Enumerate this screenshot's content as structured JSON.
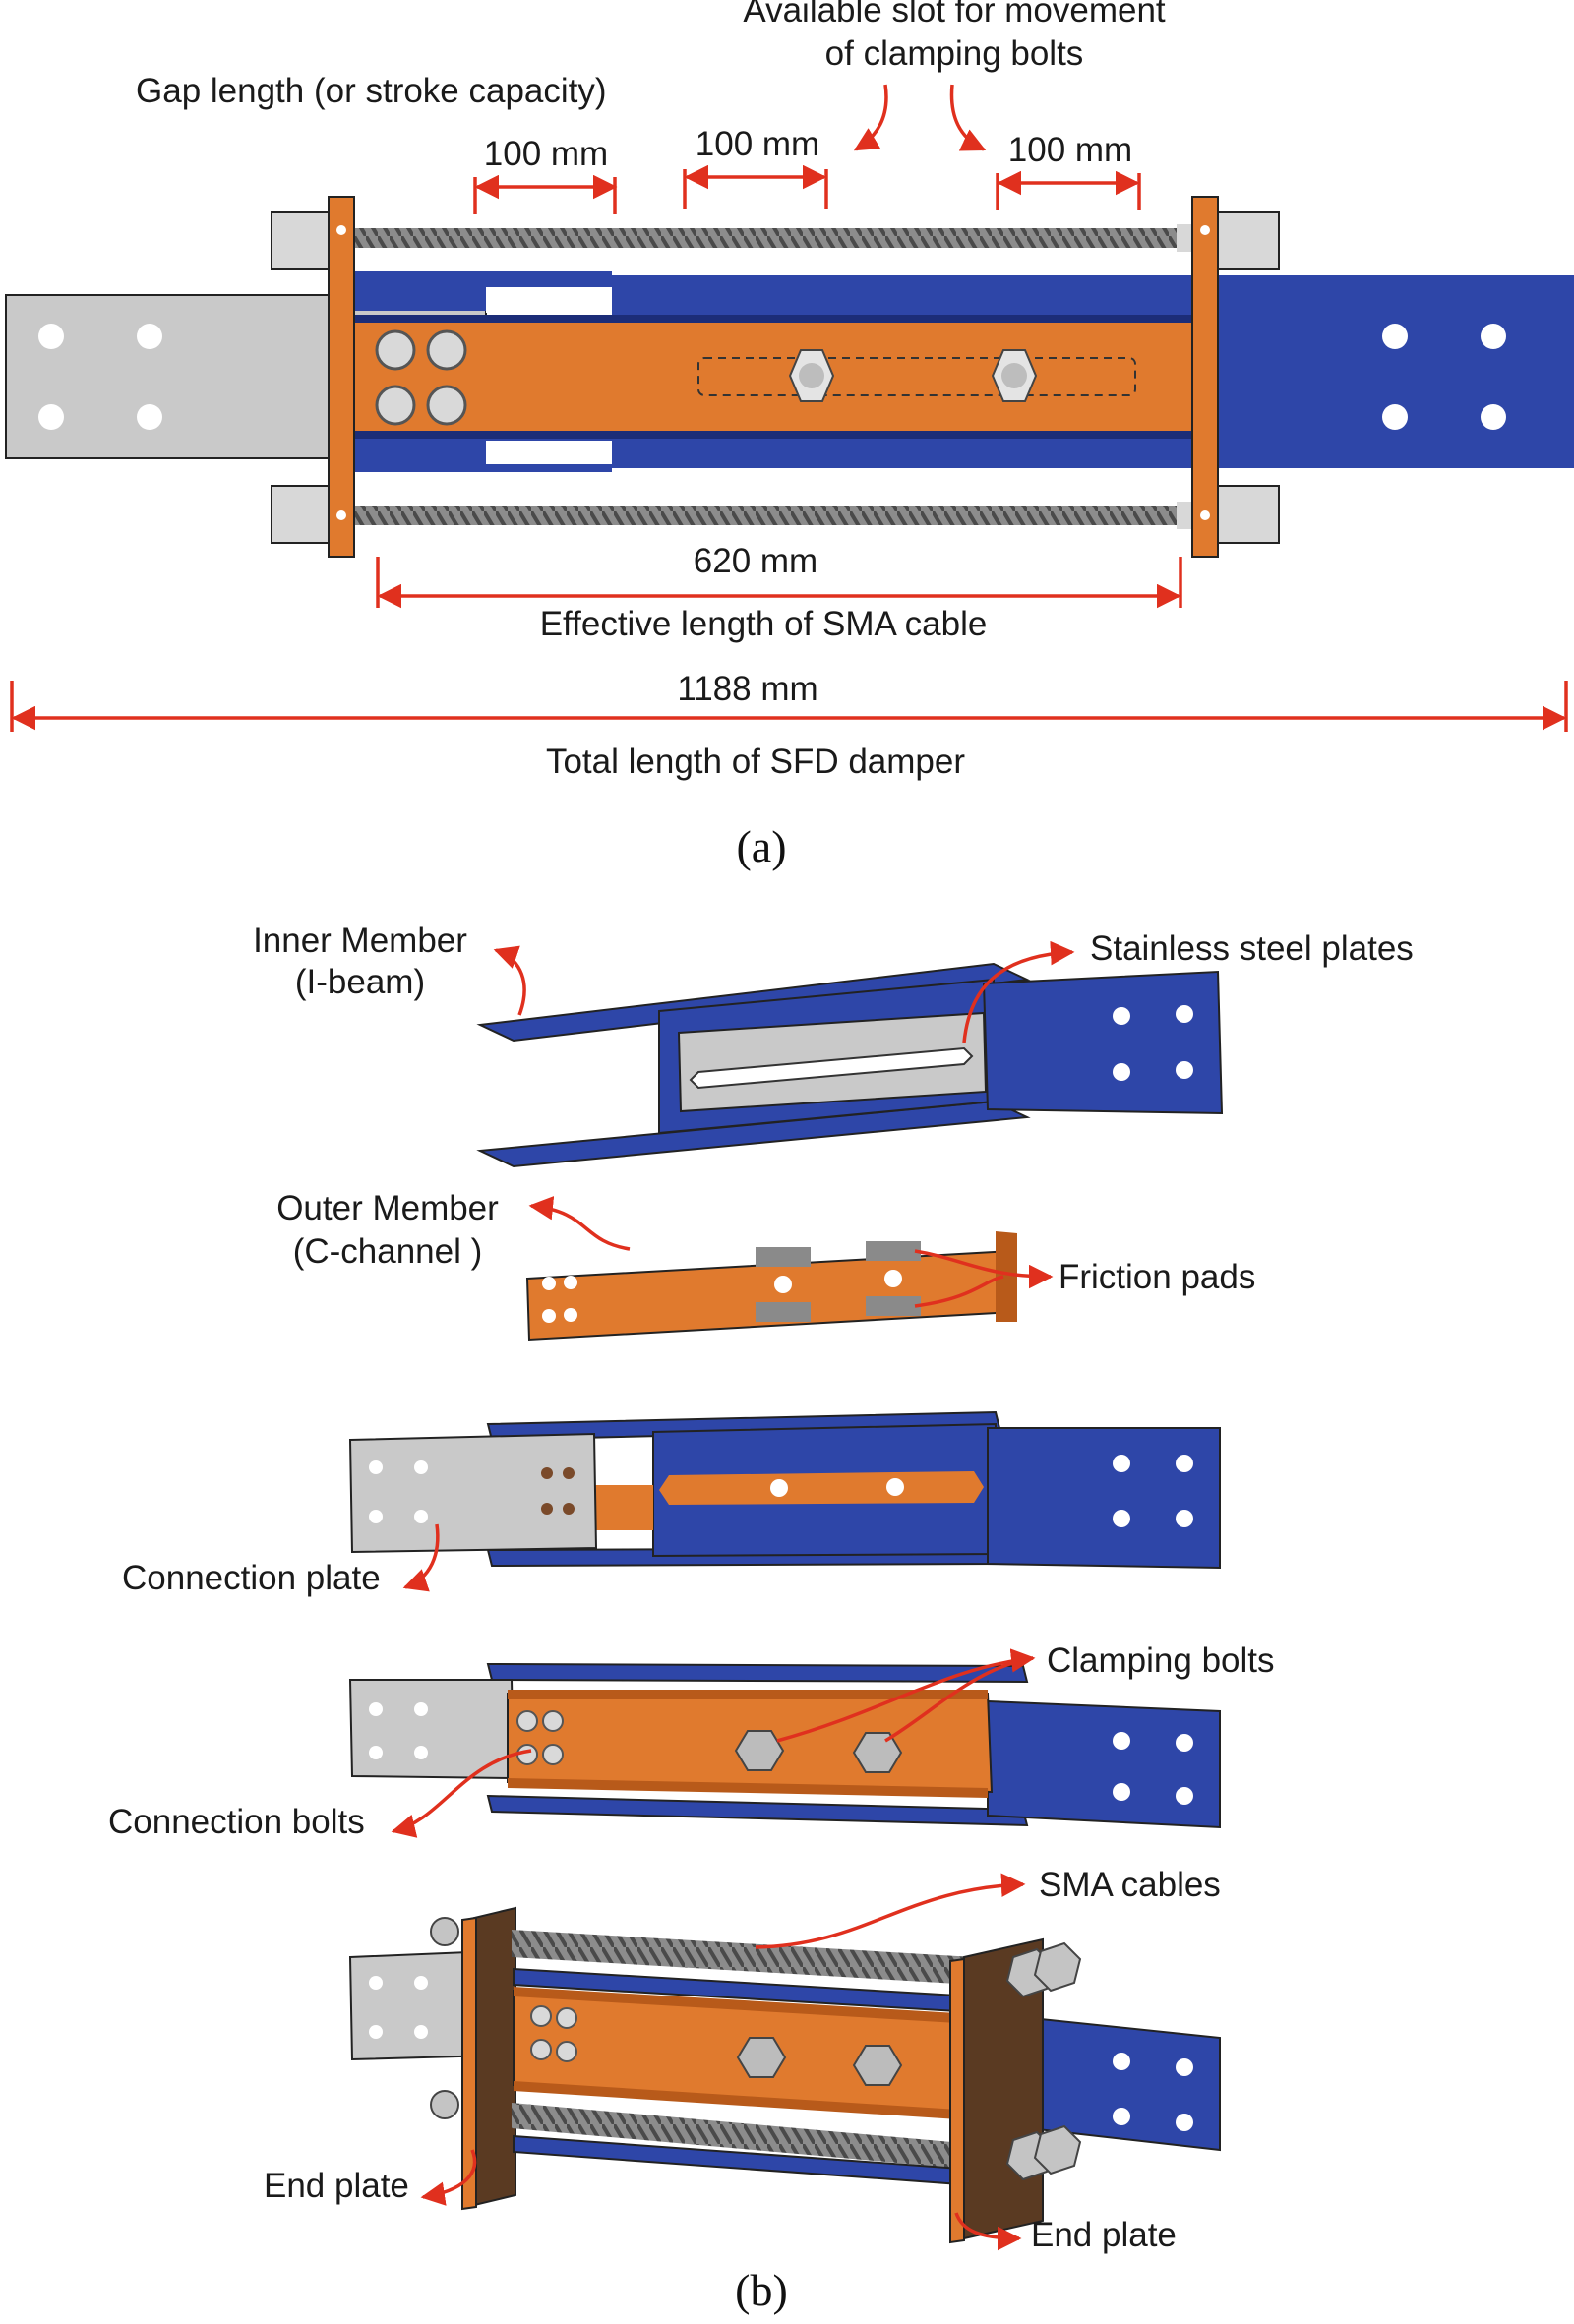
{
  "panel_a": {
    "caption": "(a)",
    "label_slot": [
      "Available slot for movement",
      "of clamping bolts"
    ],
    "label_gap": "Gap length (or stroke capacity)",
    "dim_gap": "100 mm",
    "dim_slot_left": "100 mm",
    "dim_slot_right": "100 mm",
    "dim_effective": "620 mm",
    "label_effective": "Effective length of SMA cable",
    "dim_total": "1188 mm",
    "label_total": "Total length of SFD damper"
  },
  "panel_b": {
    "caption": "(b)",
    "label_inner": [
      "Inner Member",
      "(I-beam)"
    ],
    "label_stainless": "Stainless steel plates",
    "label_outer": [
      "Outer Member",
      "(C-channel )"
    ],
    "label_friction": "Friction pads",
    "label_connection_plate": "Connection plate",
    "label_clamping": "Clamping bolts",
    "label_connection_bolts": "Connection bolts",
    "label_sma": "SMA cables",
    "label_end_plate_left": "End plate",
    "label_end_plate_right": "End plate"
  },
  "colors": {
    "inner_member": "#2e46a8",
    "outer_member": "#e07a2e",
    "connection_plate": "#c9c9c9",
    "annotation": "#e0301e"
  }
}
